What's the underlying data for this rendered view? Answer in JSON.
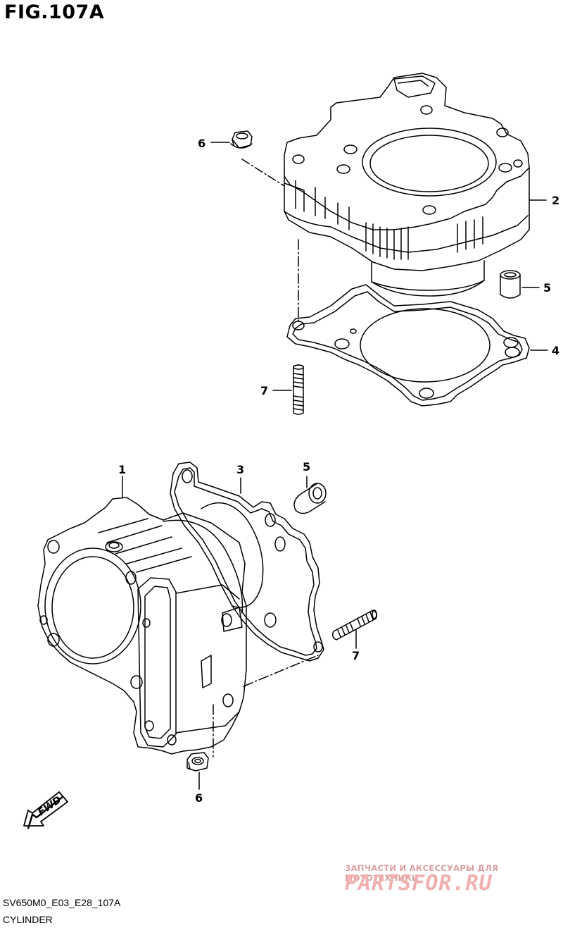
{
  "figure": {
    "title": "FIG.107A",
    "code": "SV650M0_E03_E28_107A",
    "caption": "CYLINDER"
  },
  "callouts": {
    "top_6": "6",
    "top_2": "2",
    "top_5": "5",
    "top_4": "4",
    "top_7": "7",
    "bot_1": "1",
    "bot_3": "3",
    "bot_5": "5",
    "bot_7": "7",
    "bot_6": "6"
  },
  "fwd_label": "FWD",
  "watermark": {
    "tagline": "ЗАПЧАСТИ И АКСЕССУАРЫ ДЛЯ МОТОТЕХНИКИ",
    "brand": "PARTSFOR.RU"
  },
  "colors": {
    "line": "#000000",
    "watermark": "#f0b0b0"
  }
}
